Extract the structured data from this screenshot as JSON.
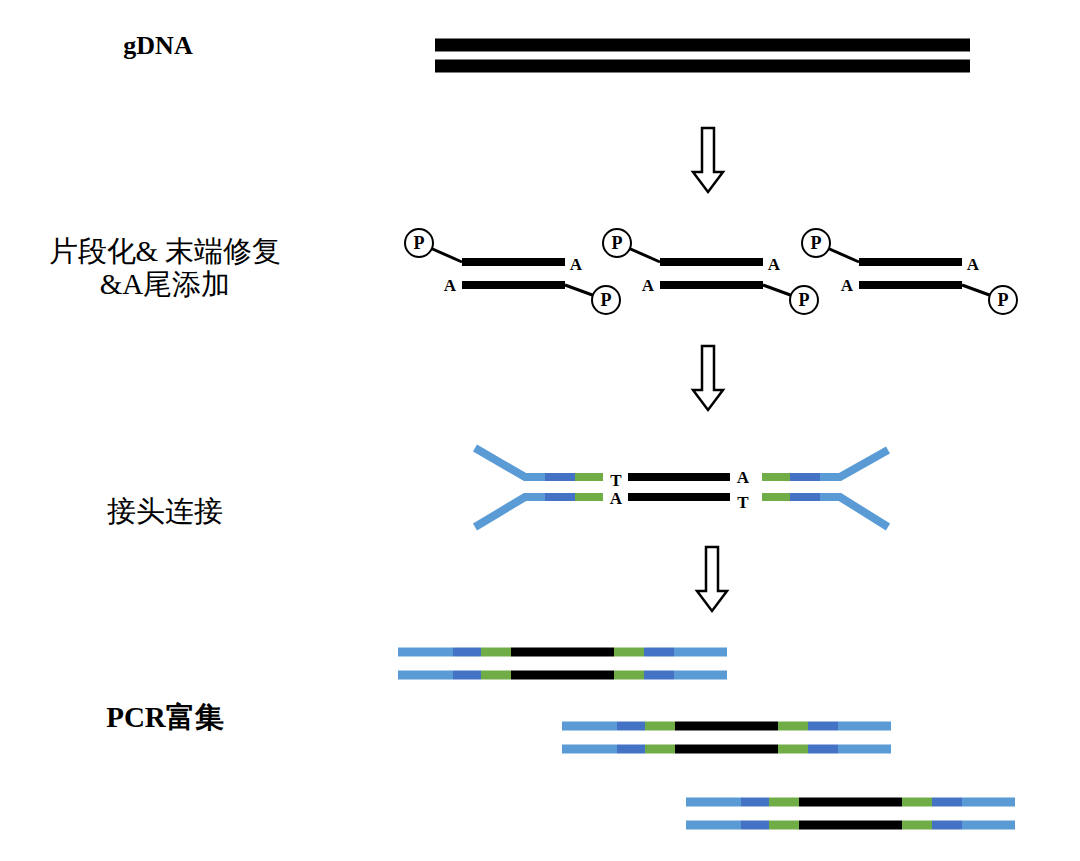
{
  "diagram": {
    "nodes": [
      {
        "text": [
          "P"
        ]
      },
      {
        "text": [
          "P"
        ]
      },
      {
        "text": [
          "P"
        ]
      },
      {
        "text": [
          "P"
        ]
      },
      {
        "text": [
          "P"
        ]
      },
      {
        "text": [
          "P"
        ]
      }
    ],
    "labels": [
      "gDNA",
      "片段化& 末端修复&A尾添加",
      "接头连接",
      "PCR富集",
      "A",
      "A",
      "A",
      "A",
      "A",
      "A",
      "T",
      "A",
      "A",
      "T"
    ]
  }
}
